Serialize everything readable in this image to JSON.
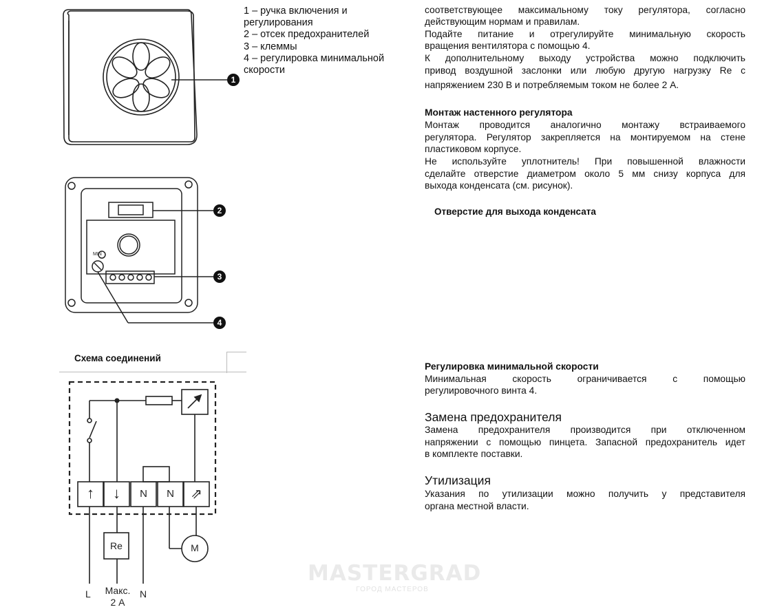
{
  "legend": {
    "items": [
      "1 – ручка включения и",
      "регулирования",
      "2 – отсек предохранителей",
      "3 – клеммы",
      "4 – регулировка минимальной",
      "скорости"
    ]
  },
  "right_column": {
    "cut_top_line": "соответствующее максимальному току регулятора, согласно",
    "p1_lines": [
      "действующим нормам и правилам.",
      "Подайте питание и отрегулируйте минимальную скорость",
      "вращения вентилятора с помощью 4.",
      "К дополнительному выходу устройства можно подключить",
      "привод воздушной заслонки или любую другую нагрузку Re с",
      "напряжением 230 В и потребляемым током не более 2 А."
    ],
    "wall_mount": {
      "heading": "Монтаж настенного регулятора",
      "lines": [
        "Монтаж проводится аналогично монтажу встраиваемого",
        "регулятора. Регулятор закрепляется на монтируемом на стене",
        "пластиковом корпусе.",
        "Не используйте уплотнитель! При повышенной влажности",
        "сделайте отверстие диаметром около 5 мм снизу корпуса для",
        "выхода конденсата (см. рисунок)."
      ]
    },
    "condensate_label": "Отверстие для выхода конденсата",
    "min_speed": {
      "heading": "Регулировка минимальной скорости",
      "lines": [
        "Минимальная скорость ограничивается с помощью",
        "регулировочного винта 4."
      ]
    },
    "fuse": {
      "heading": "Замена предохранителя",
      "lines": [
        "Замена предохранителя производится при отключенном",
        "напряжении с помощью пинцета. Запасной предохранитель идет",
        "в комплекте поставки."
      ]
    },
    "disposal": {
      "heading": "Утилизация",
      "lines": [
        "Указания по утилизации можно получить у представителя",
        "органа местной власти."
      ]
    }
  },
  "figures": {
    "callouts": [
      "1",
      "2",
      "3",
      "4"
    ],
    "min_label": "MIN"
  },
  "wiring": {
    "title": "Схема соединений",
    "terminals": [
      "↑",
      "↓",
      "N",
      "N",
      "⇗"
    ],
    "load_label": "Re",
    "motor_label": "M",
    "bottom_labels": {
      "l": "L",
      "max_line1": "Макс.",
      "max_line2": "2 А",
      "n": "N"
    }
  },
  "watermark": {
    "main": "MASTERGRAD",
    "sub": "ГОРОД МАСТЕРОВ"
  }
}
